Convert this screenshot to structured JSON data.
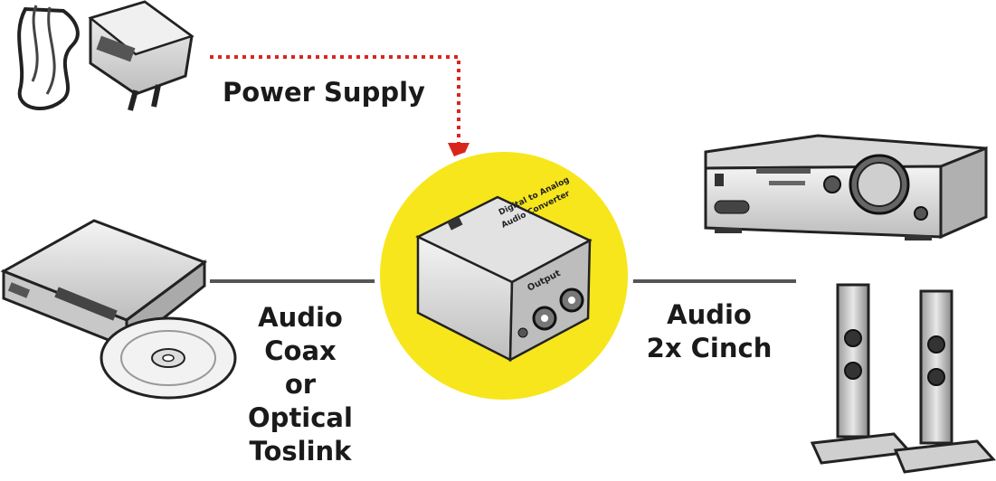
{
  "labels": {
    "power_supply": "Power Supply",
    "input_lines": [
      "Audio",
      "Coax",
      "or",
      "Optical",
      "Toslink"
    ],
    "output_lines": [
      "Audio",
      "2x Cinch"
    ]
  },
  "device_text": {
    "converter_title_1": "Digital to Analog",
    "converter_title_2": "Audio Converter",
    "converter_output": "Output"
  },
  "colors": {
    "highlight_circle": "#f7e61c",
    "power_arrow": "#d9261c",
    "signal_line": "#555555"
  },
  "icons": [
    "power-adapter-icon",
    "optical-drive-icon",
    "cd-disc-icon",
    "converter-box-icon",
    "amplifier-icon",
    "speaker-icon"
  ]
}
